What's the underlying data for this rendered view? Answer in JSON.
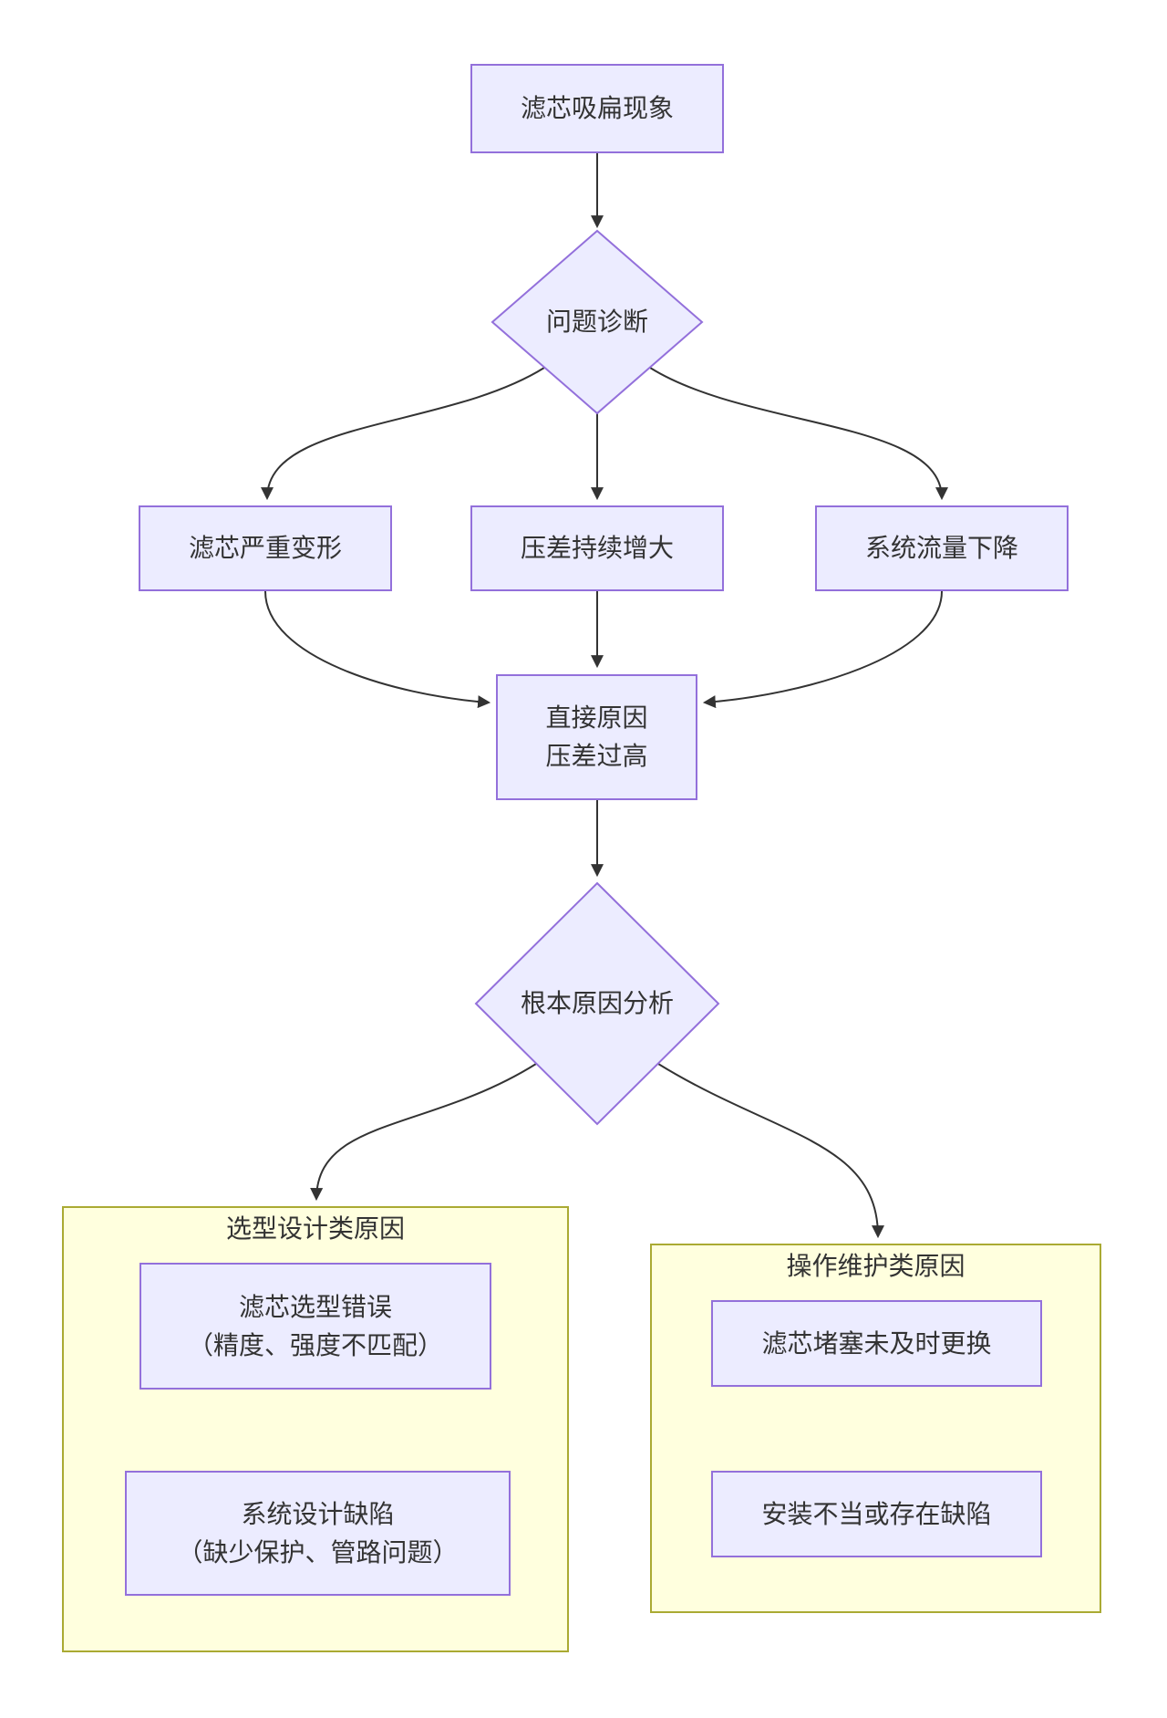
{
  "diagram": {
    "type": "flowchart-top-down",
    "nodes": {
      "phenomenon": {
        "label": "滤芯吸扁现象"
      },
      "diagnosis": {
        "label": "问题诊断"
      },
      "deform": {
        "label": "滤芯严重变形"
      },
      "pressure_rise": {
        "label": "压差持续增大"
      },
      "flow_drop": {
        "label": "系统流量下降"
      },
      "direct_cause": {
        "line1": "直接原因",
        "line2": "压差过高"
      },
      "root_analysis": {
        "label": "根本原因分析"
      },
      "selection_error": {
        "line1": "滤芯选型错误",
        "line2": "（精度、强度不匹配）"
      },
      "design_defect": {
        "line1": "系统设计缺陷",
        "line2": "（缺少保护、管路问题）"
      },
      "clogged_filter": {
        "label": "滤芯堵塞未及时更换"
      },
      "bad_install": {
        "label": "安装不当或存在缺陷"
      }
    },
    "clusters": {
      "design": {
        "title": "选型设计类原因"
      },
      "operation": {
        "title": "操作维护类原因"
      }
    },
    "edges": [
      {
        "from": "phenomenon",
        "to": "diagnosis"
      },
      {
        "from": "diagnosis",
        "to": "deform"
      },
      {
        "from": "diagnosis",
        "to": "pressure_rise"
      },
      {
        "from": "diagnosis",
        "to": "flow_drop"
      },
      {
        "from": "deform",
        "to": "direct_cause"
      },
      {
        "from": "pressure_rise",
        "to": "direct_cause"
      },
      {
        "from": "flow_drop",
        "to": "direct_cause"
      },
      {
        "from": "direct_cause",
        "to": "root_analysis"
      },
      {
        "from": "root_analysis",
        "to": "cluster_design"
      },
      {
        "from": "root_analysis",
        "to": "cluster_operation"
      }
    ],
    "colors": {
      "node_fill": "#ECECFF",
      "node_border": "#9370DB",
      "cluster_fill": "#FFFFDE",
      "cluster_border": "#AAAA33",
      "edge": "#333333",
      "text": "#333333"
    }
  }
}
